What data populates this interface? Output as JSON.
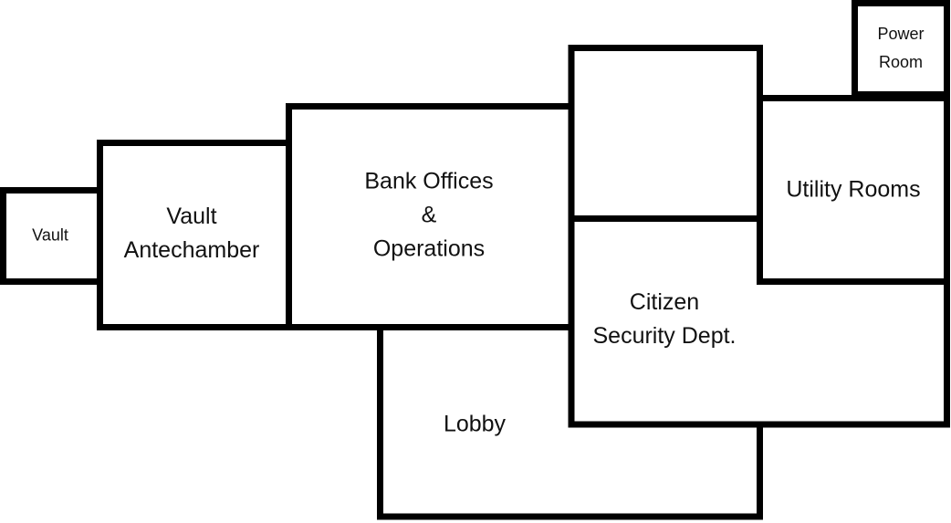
{
  "colors": {
    "wall": "#000000",
    "background": "#ffffff",
    "text": "#111111"
  },
  "rooms": {
    "vault": {
      "lines": [
        "Vault"
      ]
    },
    "vault_antechamber": {
      "lines": [
        "Vault",
        "Antechamber"
      ]
    },
    "bank_offices": {
      "lines": [
        "Bank Offices",
        "&",
        "Operations"
      ]
    },
    "lobby": {
      "lines": [
        "Lobby"
      ]
    },
    "citizen_security": {
      "lines": [
        "Citizen",
        "Security Dept."
      ]
    },
    "utility_rooms": {
      "lines": [
        "Utility Rooms"
      ]
    },
    "power_room": {
      "lines": [
        "Power",
        "Room"
      ]
    },
    "unlabeled_room": {
      "lines": []
    }
  }
}
